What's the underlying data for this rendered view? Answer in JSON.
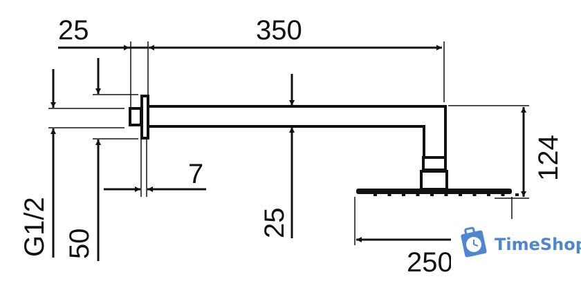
{
  "drawing": {
    "dimensions": {
      "flange_offset": "25",
      "arm_length": "350",
      "thread": "G1/2",
      "flange_height": "50",
      "flange_thickness": "7",
      "arm_height": "25",
      "drop_height": "124",
      "head_width": "250"
    },
    "line_color": "#111111"
  },
  "watermark": {
    "text": "TimeShop",
    "icon": "clock-bag-icon",
    "color": "#4f86cf"
  }
}
